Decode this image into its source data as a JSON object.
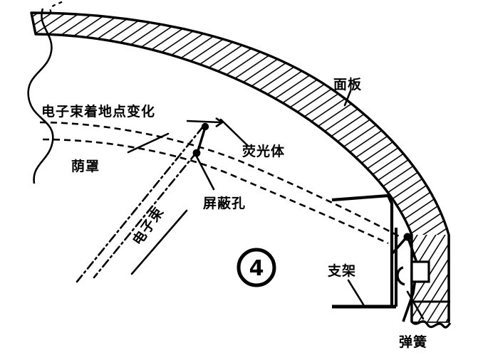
{
  "figure": {
    "title": "CRT faceplate / shadow mask cross-section diagram",
    "callout_number": "4",
    "ink_color": "#000000",
    "background_color": "#ffffff"
  },
  "labels": {
    "panel": "面板",
    "beam_landing_shift": "电子束着地点变化",
    "phosphor": "荧光体",
    "shadow_mask": "荫罩",
    "shield_hole": "屏蔽孔",
    "electron_beam": "电子束",
    "bracket": "支架",
    "spring": "弹簧"
  },
  "parts": [
    {
      "id": "panel",
      "label": "面板",
      "description": "hatched faceplate glass wall"
    },
    {
      "id": "phosphor",
      "label": "荧光体",
      "description": "phosphor layer on inner panel surface"
    },
    {
      "id": "shadow-mask",
      "label": "荫罩",
      "description": "dashed shadow mask curve"
    },
    {
      "id": "shield-hole",
      "label": "屏蔽孔",
      "description": "aperture point on shadow mask"
    },
    {
      "id": "electron-beam",
      "label": "电子束",
      "description": "dash-dot electron beam rays"
    },
    {
      "id": "beam-landing-shift",
      "label": "电子束着地点变化",
      "description": "variation of beam landing point"
    },
    {
      "id": "bracket",
      "label": "支架",
      "description": "L-shaped support frame"
    },
    {
      "id": "spring",
      "label": "弹簧",
      "description": "leaf spring mounting to panel stud"
    }
  ]
}
